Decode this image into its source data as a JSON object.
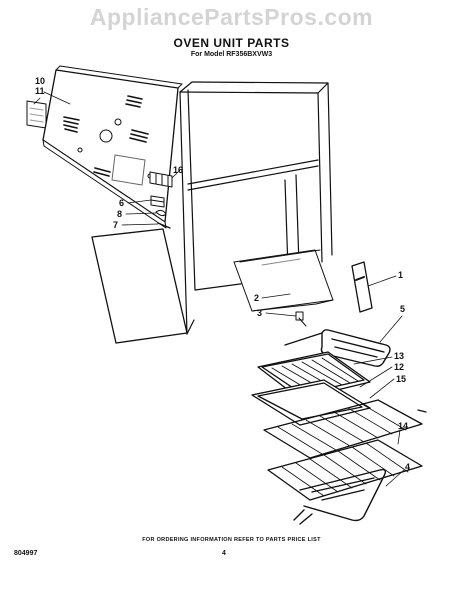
{
  "watermark": "AppliancePartsPros.com",
  "title": "OVEN UNIT PARTS",
  "model_line": "For Model RF356BXVW3",
  "callouts": [
    "10",
    "11",
    "16",
    "6",
    "8",
    "7",
    "1",
    "2",
    "3",
    "5",
    "13",
    "12",
    "15",
    "14",
    "4"
  ],
  "footer_note": "FOR ORDERING INFORMATION REFER TO PARTS PRICE LIST",
  "doc_number": "804997",
  "page_number": "4"
}
